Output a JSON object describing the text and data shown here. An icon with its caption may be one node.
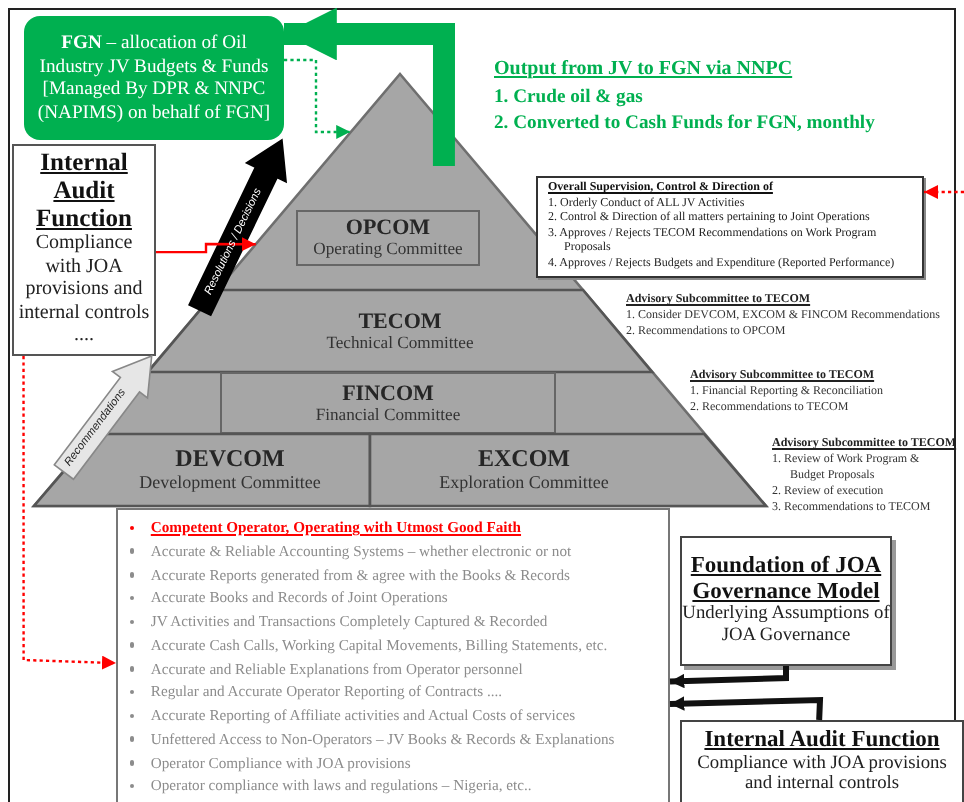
{
  "diagram": {
    "nodes": [
      {
        "text": [
          "**FGN** – allocation of Oil Industry JV Budgets & Funds [Managed By DPR & NNPC (NAPIMS) on behalf of FGN]"
        ]
      },
      {
        "text": [],
        "shape": "triangle"
      },
      {
        "text": [
          "OPCOM",
          "Operating Committee"
        ],
        "in": 1
      },
      {
        "text": [
          "TECOM",
          "Technical Committee"
        ],
        "in": 1
      },
      {
        "text": [
          "FINCOM",
          "Financial Committee"
        ],
        "in": 1
      },
      {
        "text": [
          "DEVCOM",
          "Development Committee"
        ],
        "in": 1
      },
      {
        "text": [
          "EXCOM",
          "Exploration Committee"
        ],
        "in": 1
      },
      {
        "text": [
          "Internal Audit Function",
          "Compliance with JOA provisions and internal controls",
          "...."
        ]
      },
      {
        "text": [
          "Overall Supervision, Control & Direction of",
          "1. Orderly Conduct of ALL JV Activities",
          "2. Control & Direction of all matters pertaining to Joint Operations",
          "3. Approves / Rejects TECOM Recommendations on Work Program Proposals",
          "4. Approves / Rejects Budgets and Expenditure (Reported Performance)"
        ]
      },
      {
        "text": [
          "Competent Operator, Operating with Utmost Good Faith",
          "Accurate & Reliable Accounting Systems – whether electronic or not",
          "Accurate Reports generated from & agree with the Books & Records",
          "Accurate Books and Records of Joint Operations",
          "JV Activities and Transactions Completely Captured & Recorded",
          "Accurate Cash Calls, Working Capital Movements, Billing Statements, etc.",
          "Accurate and Reliable Explanations from Operator personnel",
          "Regular and Accurate Operator Reporting of Contracts ....",
          "Accurate Reporting of Affiliate activities and Actual Costs of services",
          "Unfettered Access to Non-Operators – JV Books & Records & Explanations",
          "Operator Compliance with JOA provisions",
          "Operator compliance with laws and regulations – Nigeria, etc.."
        ]
      },
      {
        "text": [
          "Foundation of JOA Governance Model",
          "Underlying Assumptions of JOA Governance"
        ]
      },
      {
        "text": [
          "Internal Audit Function",
          "Compliance with JOA provisions and internal controls"
        ]
      }
    ],
    "edges": [
      {
        "from": 0,
        "to": 1,
        "arrow": "to",
        "style": "dashed",
        "color": "#00b050"
      },
      {
        "from": 1,
        "to": 0,
        "arrow": "to",
        "style": "thick",
        "color": "#00b050"
      },
      {
        "from": 7,
        "to": 1,
        "arrow": "to",
        "color": "#ff0000"
      },
      {
        "from": 7,
        "to": 9,
        "arrow": "to",
        "style": "dashed",
        "color": "#ff0000"
      },
      {
        "from": null,
        "to": 8,
        "arrow": "to",
        "style": "dashed",
        "color": "#ff0000"
      },
      {
        "from": 10,
        "to": 9,
        "arrow": "to",
        "style": "thick",
        "color": "#111111"
      },
      {
        "from": 11,
        "to": 9,
        "arrow": "to",
        "style": "thick",
        "color": "#111111"
      },
      {
        "from": 3,
        "to": 0,
        "arrow": "to",
        "label": "Resolutions / Decisions",
        "style": "thick",
        "color": "#000000"
      },
      {
        "from": 5,
        "to": 7,
        "arrow": "to",
        "label": "Recommendations",
        "style": "thick",
        "color": "#e6e6e6"
      }
    ],
    "labels": [
      "Output from JV to FGN via NNPC",
      "1. Crude oil & gas",
      "2. Converted to Cash Funds for FGN, monthly",
      "Advisory Subcommittee to TECOM",
      "1. Consider DEVCOM, EXCOM & FINCOM Recommendations",
      "2. Recommendations to OPCOM",
      "Advisory Subcommittee to TECOM",
      "1. Financial Reporting & Reconciliation",
      "2. Recommendations to TECOM",
      "Advisory Subcommittee to TECOM",
      "1. Review of Work Program & Budget Proposals",
      "2. Review of execution",
      "3. Recommendations to TECOM"
    ]
  }
}
